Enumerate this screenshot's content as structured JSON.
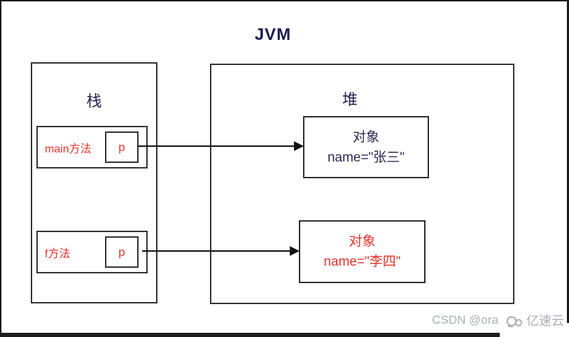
{
  "title": "JVM",
  "stack": {
    "label": "栈",
    "frames": [
      {
        "label": "main方法",
        "pointer": "p"
      },
      {
        "label": "f方法",
        "pointer": "p"
      }
    ]
  },
  "heap": {
    "label": "堆",
    "objects": [
      {
        "line1": "对象",
        "line2": "name=\"张三\""
      },
      {
        "line1": "对象",
        "line2": "name=\"李四\""
      }
    ]
  },
  "watermark": {
    "author_text": "CSDN @ora",
    "brand": "亿速云",
    "cloud_icon": "yisu-cloud-icon"
  },
  "colors": {
    "title_navy": "#1b1b4e",
    "text_navy": "#2a2a52",
    "accent_red": "#e5332c",
    "box_border": "#333333",
    "frame_black": "#1c1c1c",
    "watermark_gray": "#a9aeb8"
  }
}
